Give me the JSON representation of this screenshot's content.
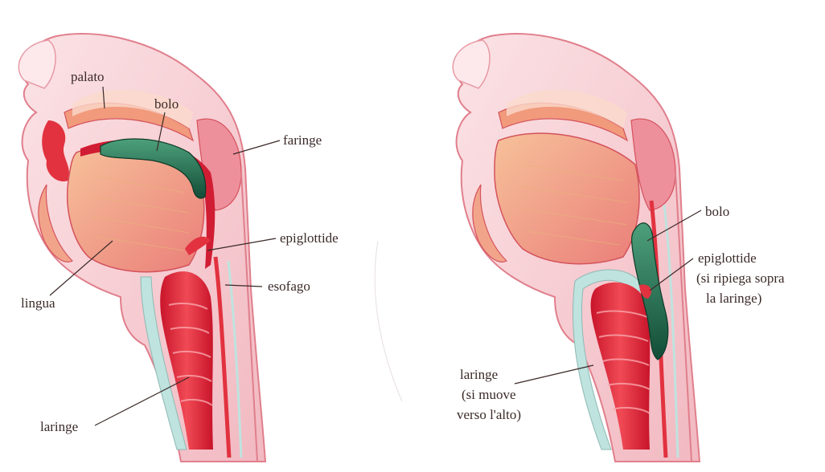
{
  "diagrams": [
    {
      "labels": {
        "palato": "palato",
        "bolo": "bolo",
        "faringe": "faringe",
        "epiglottide": "epiglottide",
        "esofago": "esofago",
        "lingua": "lingua",
        "laringe": "laringe"
      }
    },
    {
      "labels": {
        "bolo": "bolo",
        "epiglottide_1": "epiglottide",
        "epiglottide_2": "(si ripiega sopra",
        "epiglottide_3": "la laringe)",
        "laringe_1": "laringe",
        "laringe_2": "(si muove",
        "laringe_3": "verso l'alto)"
      }
    }
  ],
  "colors": {
    "skin": "#f6c9cf",
    "tissue": "#ee8f9c",
    "muscle": "#e2323f",
    "tongue": "#f2a48a",
    "bolus": "#1f6b4e",
    "cartilage": "#bfe3df"
  }
}
